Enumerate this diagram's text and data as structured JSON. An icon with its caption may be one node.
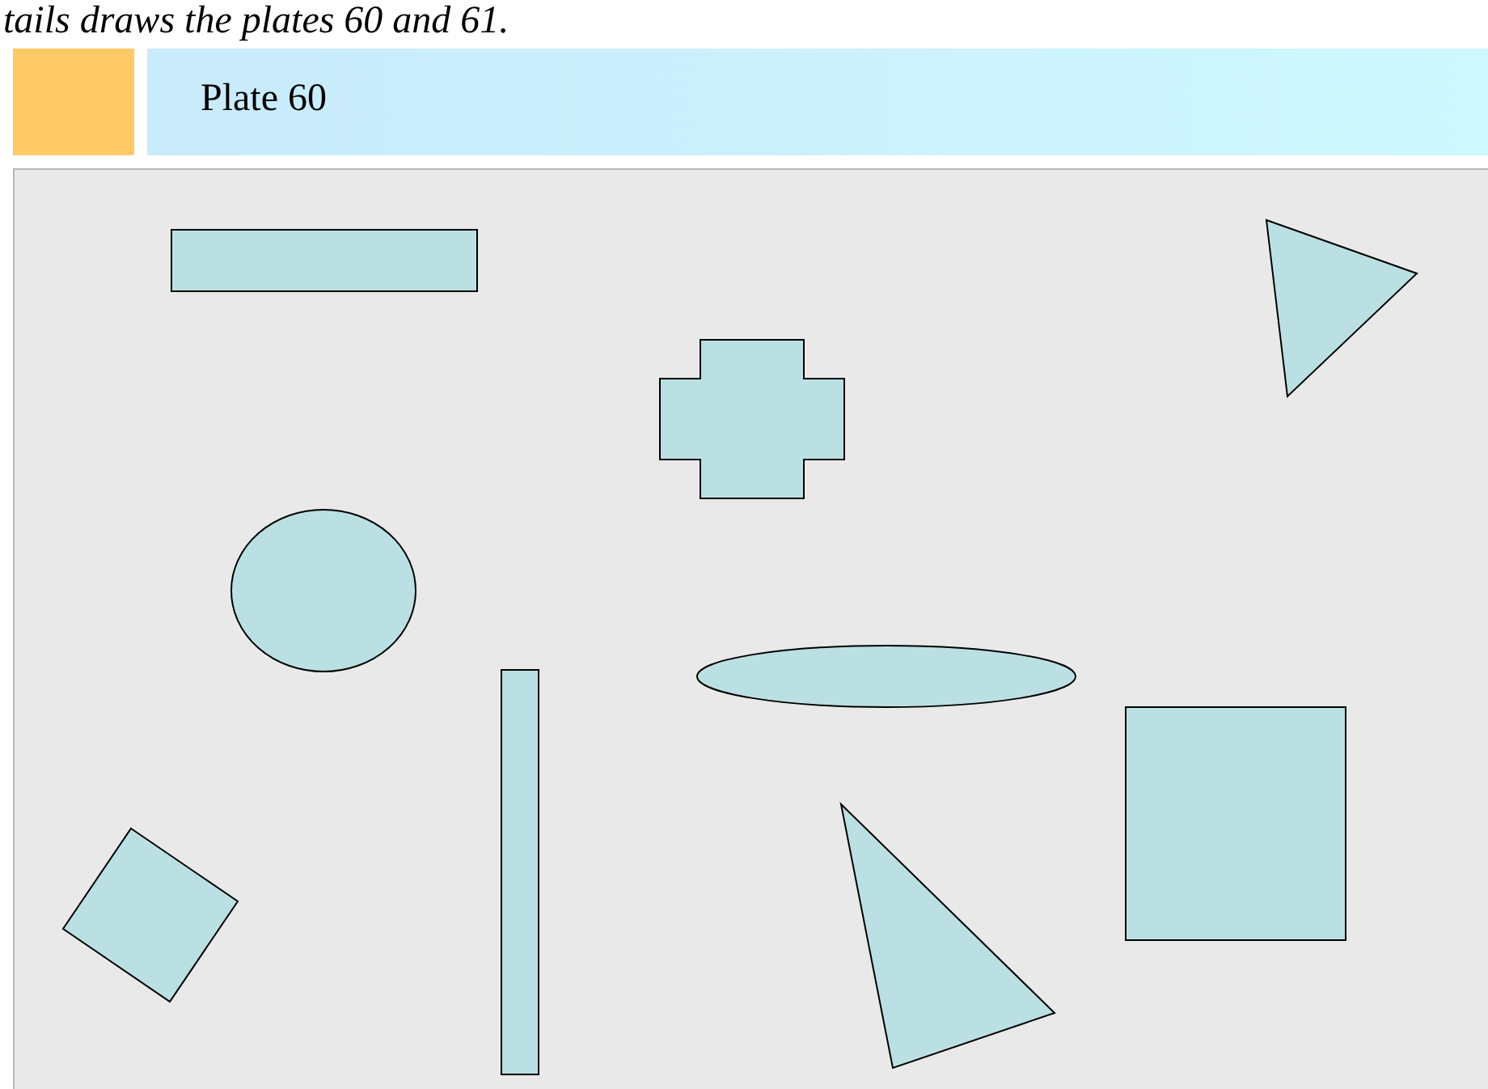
{
  "diagram": {
    "title": "tails draws the plates 60 and 61.",
    "nodes": [
      {
        "text": [],
        "shape": "box"
      },
      {
        "text": [
          "Plate 60"
        ]
      },
      {
        "text": [],
        "shape": "box"
      },
      {
        "text": [],
        "shape": "box",
        "in": 2
      },
      {
        "text": [],
        "shape": "cross",
        "in": 2
      },
      {
        "text": [],
        "shape": "triangle",
        "in": 2
      },
      {
        "text": [],
        "shape": "circle",
        "in": 2
      },
      {
        "text": [],
        "shape": "ellipse",
        "in": 2
      },
      {
        "text": [],
        "shape": "bar",
        "in": 2
      },
      {
        "text": [],
        "shape": "box",
        "in": 2
      },
      {
        "text": [],
        "shape": "diamond",
        "in": 2
      },
      {
        "text": [],
        "shape": "triangle",
        "in": 2
      }
    ]
  }
}
